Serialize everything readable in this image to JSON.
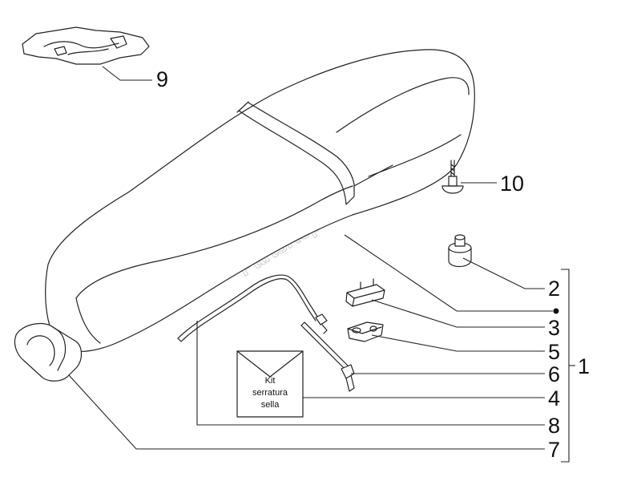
{
  "watermark": "PartsRepublik",
  "kit_bag": {
    "line1": "Kit",
    "line2": "serratura",
    "line3": "sella"
  },
  "callouts": {
    "c1": "1",
    "c2": "2",
    "c3": "3",
    "c4": "4",
    "c5": "5",
    "c6": "6",
    "c7": "7",
    "c8": "8",
    "c9": "9",
    "c10": "10"
  }
}
